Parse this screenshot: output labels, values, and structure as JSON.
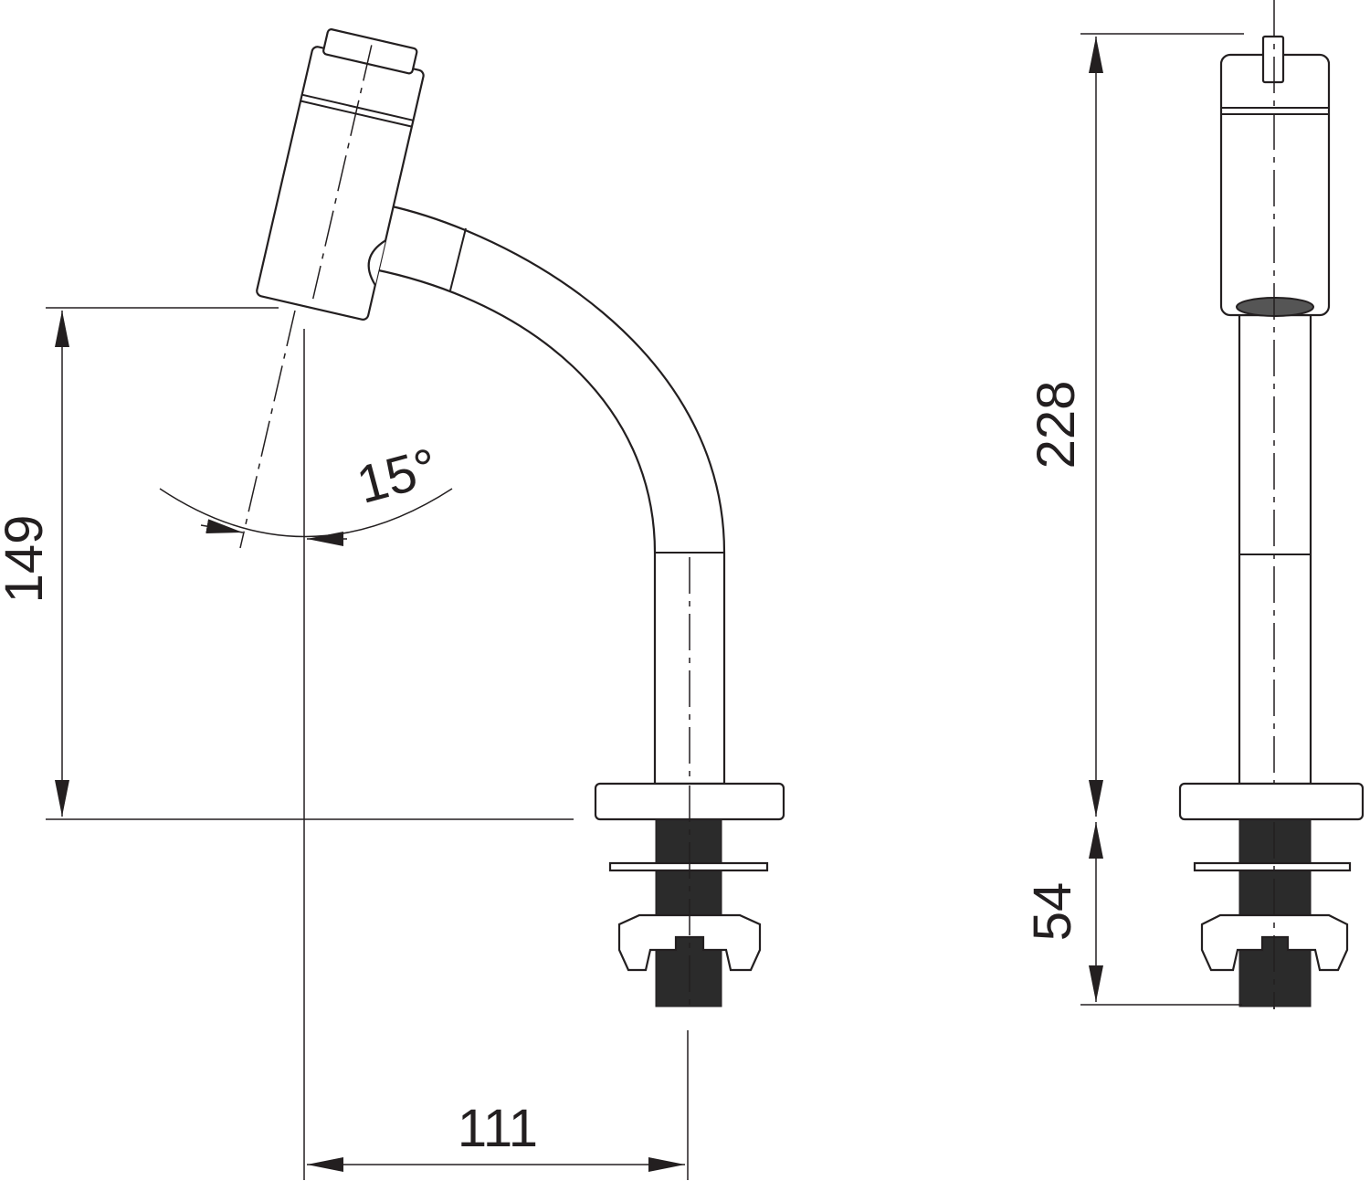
{
  "drawing": {
    "side_view": {
      "height_dimension": "149",
      "angle_dimension": "15°",
      "reach_dimension": "111"
    },
    "front_view": {
      "total_height_dimension": "228",
      "thread_length_dimension": "54"
    },
    "colors": {
      "line": "#231f20",
      "background": "#ffffff"
    }
  }
}
